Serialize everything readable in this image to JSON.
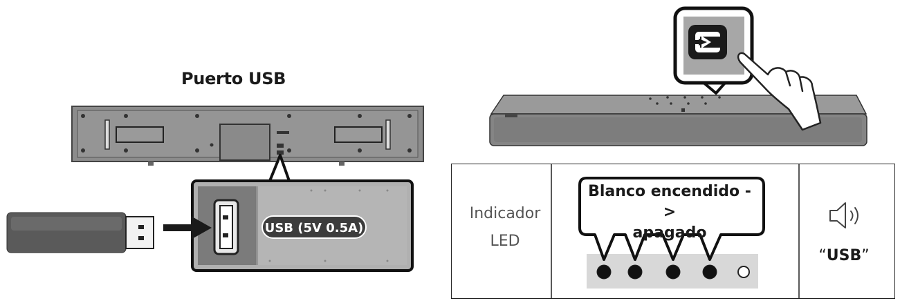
{
  "left_panel": {
    "title": "Puerto USB",
    "port_label": "USB (5V 0.5A)"
  },
  "led_table": {
    "indicator_label_line1": "Indicador",
    "indicator_label_line2": "LED",
    "status_line1": "Blanco encendido ->",
    "status_line2": "apagado",
    "led_states": [
      "on",
      "on",
      "on",
      "on",
      "off"
    ],
    "voice_quote_open": "“",
    "voice_text": "USB",
    "voice_quote_close": "”"
  },
  "icons": {
    "source_button": "source-input-icon",
    "speaker": "speaker-sound-icon",
    "hand": "pointing-hand-icon",
    "usb_stick": "usb-flash-drive-icon",
    "usb_port": "usb-port-icon"
  },
  "colors": {
    "soundbar_gray": "#8a8a8a",
    "panel_gray": "#b5b5b5",
    "led_on": "#111111",
    "led_strip": "#d8d8d8"
  }
}
